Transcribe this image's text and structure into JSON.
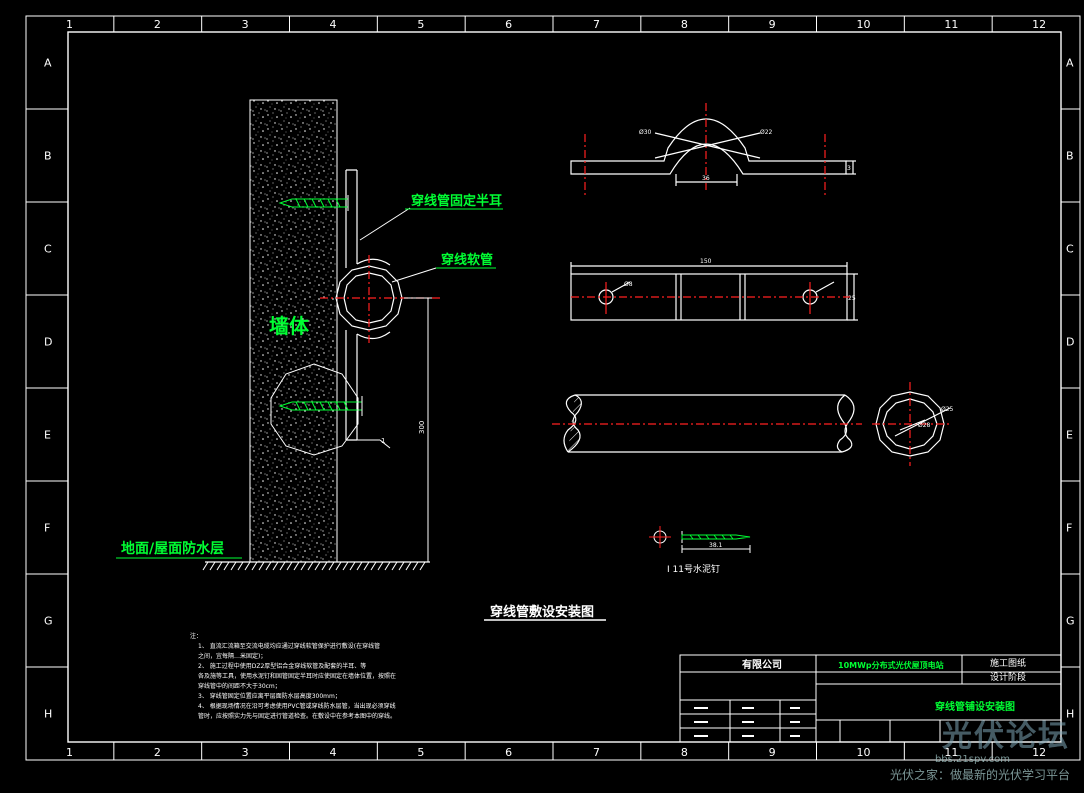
{
  "grid": {
    "cols": [
      "1",
      "2",
      "3",
      "4",
      "5",
      "6",
      "7",
      "8",
      "9",
      "10",
      "11",
      "12"
    ],
    "rows": [
      "A",
      "B",
      "C",
      "D",
      "E",
      "F",
      "G",
      "H"
    ]
  },
  "colors": {
    "line": "#ffffff",
    "accent": "#00ff33",
    "center": "#ff2020",
    "dim": "#cfcfcf"
  },
  "labels": {
    "wall": "墙体",
    "floor": "地面/屋面防水层",
    "half_ear": "穿线管固定半耳",
    "hose": "穿线软管",
    "main_title": "穿线管敷设安装图",
    "nail": "I 11号水泥钉",
    "marker_1": "1",
    "dim_300": "300"
  },
  "dims": {
    "d1": "Ø30",
    "d2": "Ø22",
    "d3": "36",
    "d4": "3",
    "d5": "150",
    "d6": "Ø8",
    "d7": "25",
    "d8": "Ø25",
    "d9": "Ø28",
    "d10": "38.1"
  },
  "notes": [
    "注：",
    "1、 直流汇流箱至交流电缆均应通过穿线软管保护进行敷设(在穿线管",
    "    之间，宜每隔…米固定)；",
    "2、 施工过程中使用DZ2厚型铝合金穿线软管及配套的半耳、等",
    "    各及施等工具，使用水泥钉和固管固定半耳时应使固定在墙体位置，按照在",
    "    穿线管中的间距不大于30cm；",
    "3、 穿线管固定位置应离平层面防水层高度300mm；",
    "4、 根据现场情况在沿可考虑使用PVC管或穿线防水层管，当出现必须穿线",
    "    管时，应按照实力先与固定进行管道检查。在敷设中在参考本图中的穿线。"
  ],
  "title_block": {
    "company": "有限公司",
    "project": "10MWp分布式光伏屋顶电站",
    "phase1": "施工图纸",
    "phase2": "设计阶段",
    "drawing_title": "穿线管铺设安装图"
  },
  "watermark": {
    "logo": "光伏论坛",
    "url": "bbs.21spv.com",
    "tagline": "光伏之家：做最新的光伏学习平台"
  }
}
